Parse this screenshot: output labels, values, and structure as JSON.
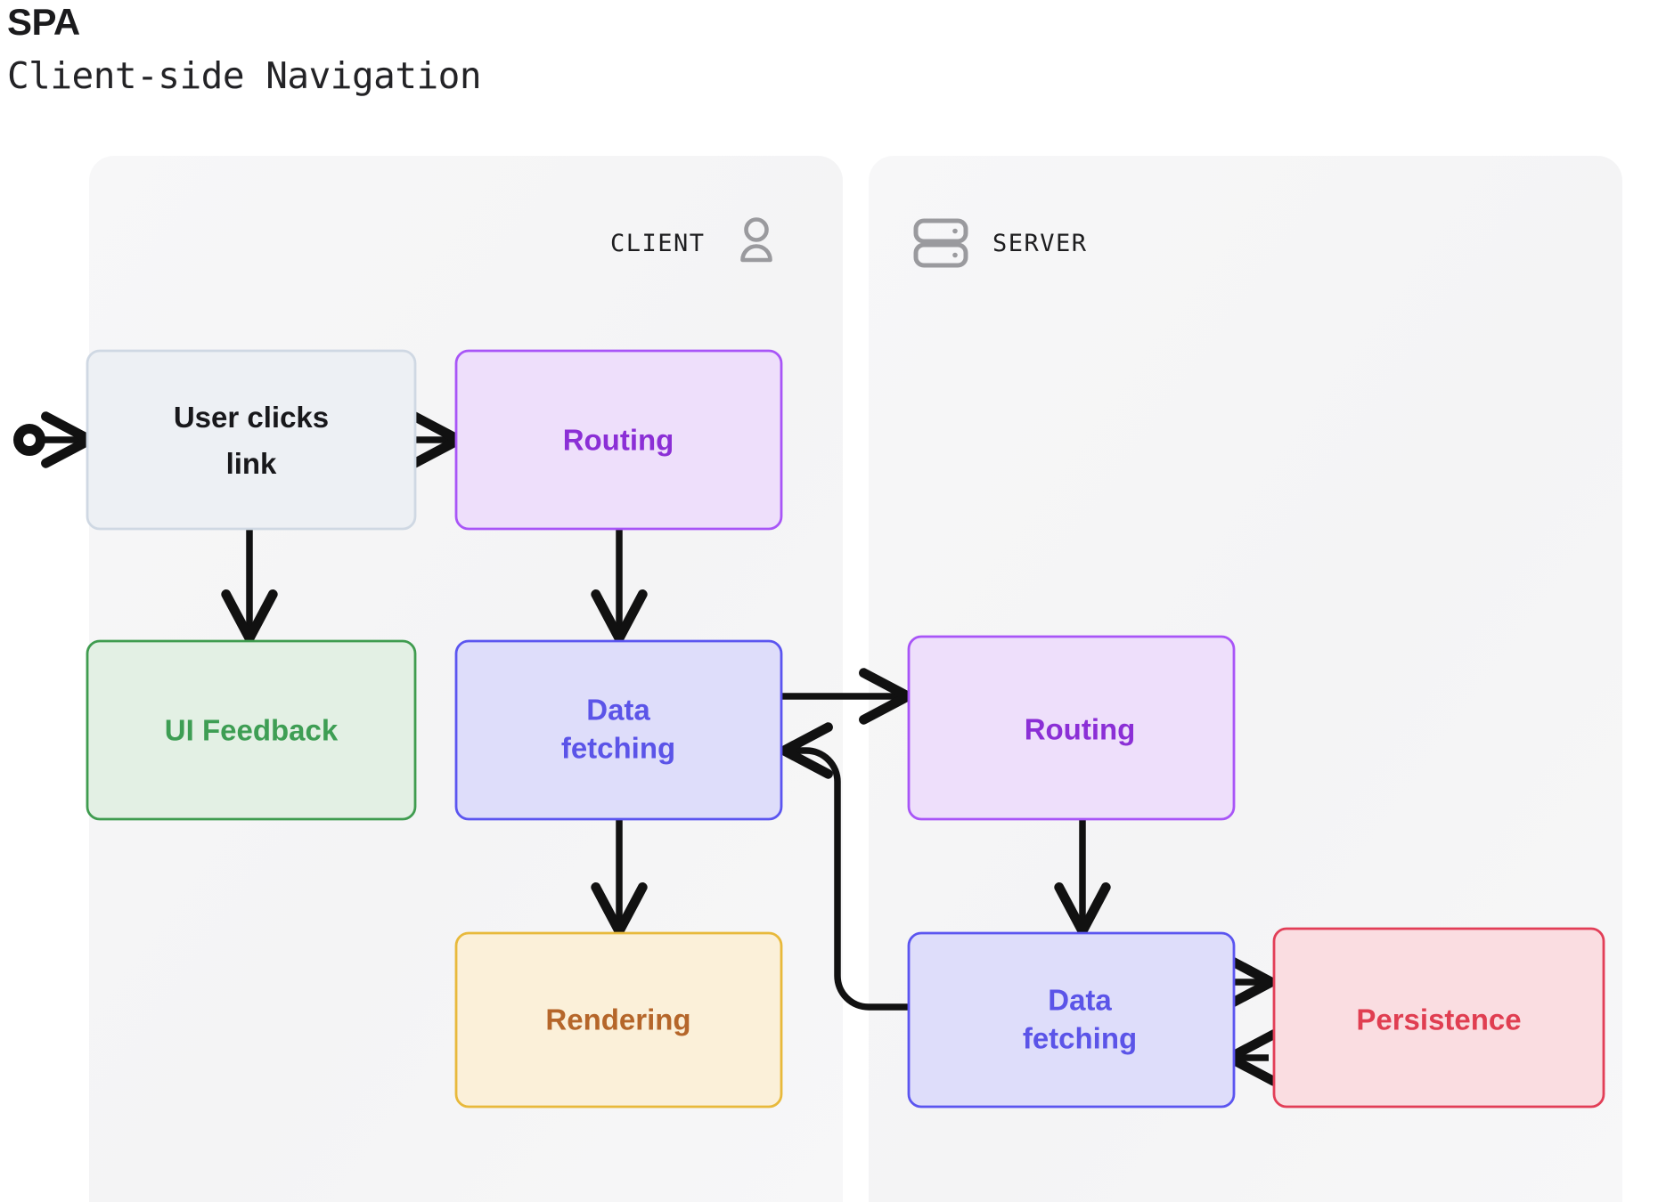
{
  "header": {
    "title": "SPA",
    "subtitle": "Client-side Navigation"
  },
  "lanes": [
    {
      "id": "client",
      "label": "CLIENT",
      "icon": "user-icon",
      "icon_side": "right"
    },
    {
      "id": "server",
      "label": "SERVER",
      "icon": "server-icon",
      "icon_side": "left"
    }
  ],
  "nodes": {
    "user_clicks_link": {
      "label_line1": "User clicks",
      "label_line2": "link",
      "lane": "client",
      "fill": "#EDF0F4",
      "stroke": "#CFD8E3",
      "text_color": "#18181b"
    },
    "client_routing": {
      "label_line1": "Routing",
      "label_line2": "",
      "lane": "client",
      "fill": "#EEDFFB",
      "stroke": "#A855F7",
      "text_color": "#8B2FD6"
    },
    "ui_feedback": {
      "label_line1": "UI Feedback",
      "label_line2": "",
      "lane": "client",
      "fill": "#E3F0E4",
      "stroke": "#3F9C4F",
      "text_color": "#3E9E54"
    },
    "client_data_fetching": {
      "label_line1": "Data",
      "label_line2": "fetching",
      "lane": "client",
      "fill": "#DEDDFA",
      "stroke": "#5B55F0",
      "text_color": "#5B54E8"
    },
    "rendering": {
      "label_line1": "Rendering",
      "label_line2": "",
      "lane": "client",
      "fill": "#FBF0D9",
      "stroke": "#E8B93B",
      "text_color": "#B5662A"
    },
    "server_routing": {
      "label_line1": "Routing",
      "label_line2": "",
      "lane": "server",
      "fill": "#EEDFFB",
      "stroke": "#A855F7",
      "text_color": "#8B2FD6"
    },
    "server_data_fetching": {
      "label_line1": "Data",
      "label_line2": "fetching",
      "lane": "server",
      "fill": "#DEDDFA",
      "stroke": "#5B55F0",
      "text_color": "#5B54E8"
    },
    "persistence": {
      "label_line1": "Persistence",
      "label_line2": "",
      "lane": "server",
      "fill": "#FADDE1",
      "stroke": "#E23E57",
      "text_color": "#E03E51"
    }
  },
  "colors": {
    "lane_background": "#F5F5F6",
    "page_background": "#FFFFFF",
    "connector": "#111111",
    "lane_icon": "#9A9A9E"
  },
  "connectors": [
    {
      "from": "start-marker",
      "to": "user_clicks_link",
      "style": "straight"
    },
    {
      "from": "user_clicks_link",
      "to": "client_routing",
      "style": "straight"
    },
    {
      "from": "user_clicks_link",
      "to": "ui_feedback",
      "style": "straight"
    },
    {
      "from": "client_routing",
      "to": "client_data_fetching",
      "style": "straight"
    },
    {
      "from": "client_data_fetching",
      "to": "rendering",
      "style": "straight"
    },
    {
      "from": "client_data_fetching",
      "to": "server_routing",
      "style": "straight"
    },
    {
      "from": "server_routing",
      "to": "server_data_fetching",
      "style": "straight"
    },
    {
      "from": "server_data_fetching",
      "to": "persistence",
      "style": "straight"
    },
    {
      "from": "persistence",
      "to": "server_data_fetching",
      "style": "straight"
    },
    {
      "from": "server_data_fetching",
      "to": "client_data_fetching",
      "style": "curved"
    }
  ]
}
